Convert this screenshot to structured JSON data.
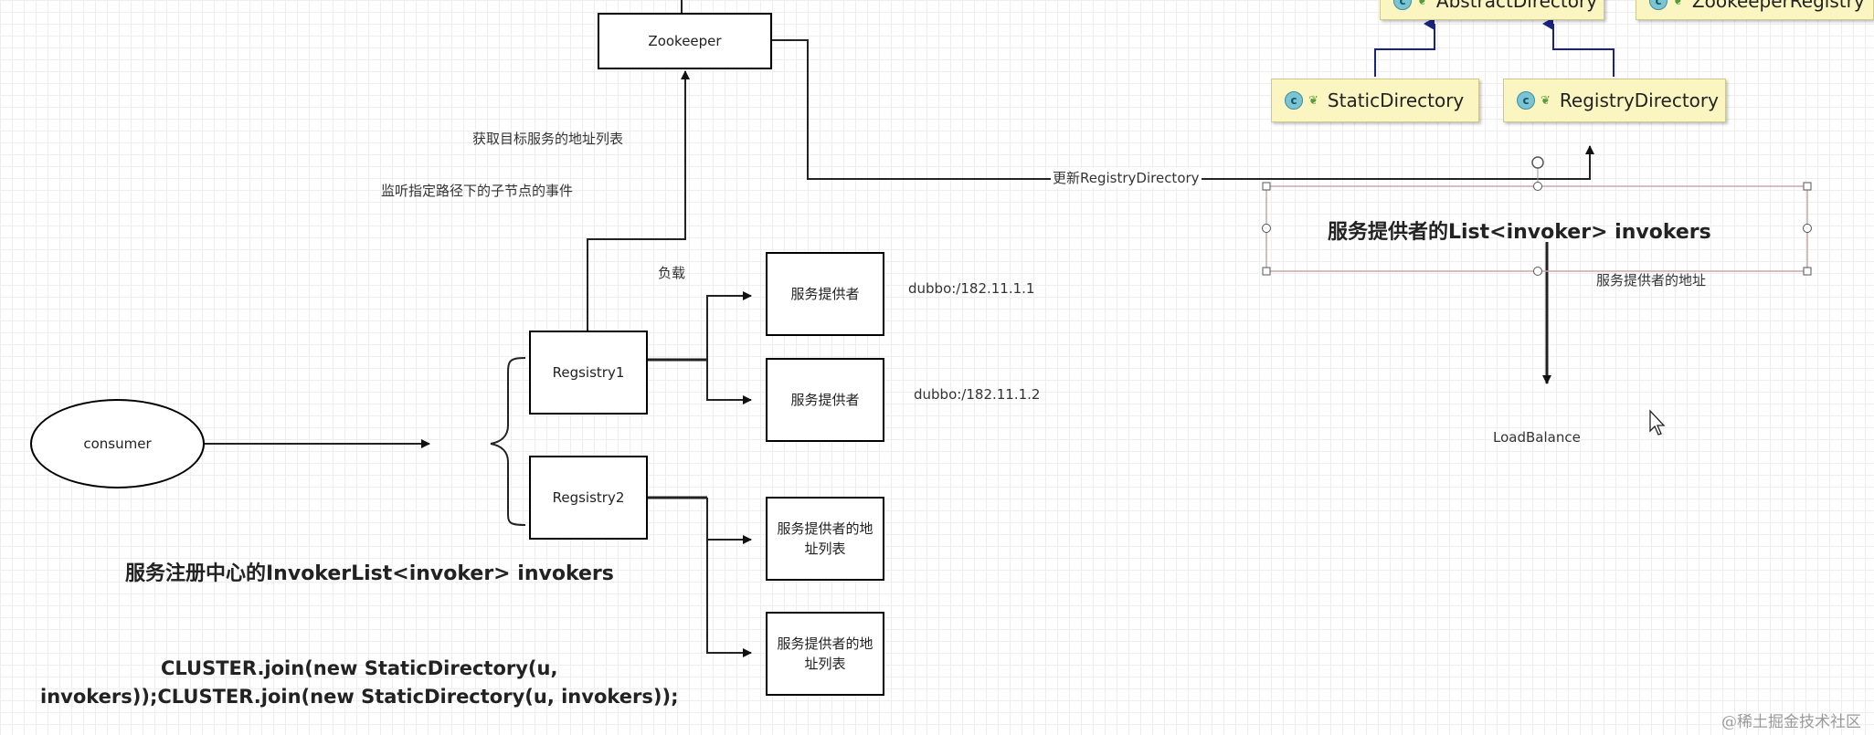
{
  "nodes": {
    "zookeeper": "Zookeeper",
    "consumer": "consumer",
    "registry1": "Regsistry1",
    "registry2": "Regsistry2",
    "provider1": "服务提供者",
    "provider2": "服务提供者",
    "provider_list_1": "服务提供者的地址列表",
    "provider_list_2": "服务提供者的地址列表"
  },
  "labels": {
    "get_address_list": "获取目标服务的地址列表",
    "listen_children": "监听指定路径下的子节点的事件",
    "load": "负载",
    "dubbo_1": "dubbo:/182.11.1.1",
    "dubbo_2": "dubbo:/182.11.1.2",
    "update_registry_directory": "更新RegistryDirectory",
    "provider_address": "服务提供者的地址",
    "load_balance": "LoadBalance"
  },
  "headings": {
    "registry_invoker_list": "服务注册中心的InvokerList<invoker> invokers",
    "provider_invoker_list": "服务提供者的List<invoker> invokers",
    "cluster_join_line1": "CLUSTER.join(new StaticDirectory(u,",
    "cluster_join_line2": "invokers));CLUSTER.join(new StaticDirectory(u, invokers));"
  },
  "uml_classes": {
    "abstract_directory": "AbstractDirectory",
    "zookeeper_registry": "ZookeeperRegistry",
    "static_directory": "StaticDirectory",
    "registry_directory": "RegistryDirectory",
    "class_icon_letter": "c"
  },
  "icons": {
    "class_icon": "class-icon",
    "leaf_icon": "leaf-icon",
    "cursor_icon": "cursor-arrow-icon"
  },
  "watermark": "@稀土掘金技术社区",
  "colors": {
    "uml_fill": "#fbf6c1",
    "uml_arrow": "#1a237e",
    "selection_border": "#c8a8a8",
    "grid": "#eeeeee"
  }
}
